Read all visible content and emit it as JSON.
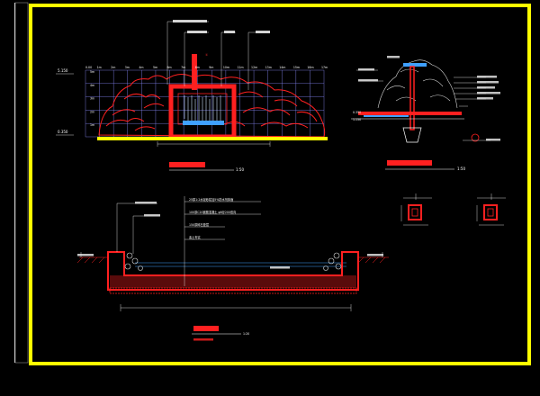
{
  "colors": {
    "background": "#000000",
    "frame": "#ffff00",
    "grid": "#8c8cff",
    "rock": "#ff2020",
    "structure": "#ff2020",
    "water": "#3fa0ff",
    "text": "#ffffff",
    "dimension": "#ffffff",
    "highlight_fill": "#ff2020"
  },
  "elevation": {
    "level_top": "5.150",
    "level_bottom": "0.350",
    "ruler_start": "0.00",
    "ruler_marks": [
      "1m",
      "2m",
      "3m",
      "4m",
      "5m",
      "6m",
      "7m",
      "8m",
      "9m",
      "10m",
      "11m",
      "12m",
      "13m",
      "14m",
      "15m",
      "16m",
      "17m"
    ],
    "vertical_marks": [
      "1m",
      "2m",
      "3m",
      "4m",
      "5m"
    ],
    "scale": "1:50"
  },
  "section": {
    "level_left": "0.350",
    "level_top": "1.150",
    "scale": "1:50"
  },
  "pool_notes": [
    "25厚1:2水泥砂浆加5%防水剂抹面",
    "100厚C20钢筋混凝土 φ6@200双向",
    "150厚碎石垫层",
    "素土夯实"
  ],
  "pool_scale": "1:20"
}
